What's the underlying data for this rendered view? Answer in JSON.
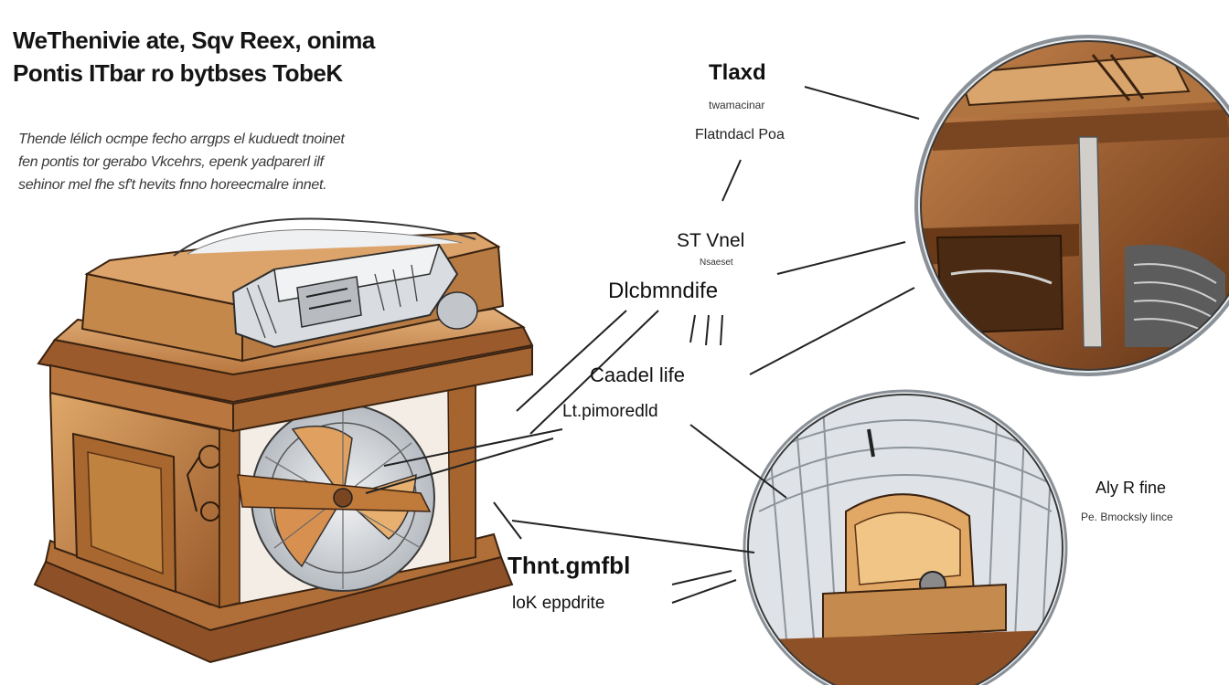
{
  "header": {
    "title_line_1": "WeThenivie  ate, Sqv Reex, onima",
    "title_line_2": "Pontis ITbar ro bytbses TobeK"
  },
  "description": {
    "line_1": "Thende lélich ocmpe fecho arrgps el kuduedt tnoinet",
    "line_2": "fen pontis tor gerabo Vkcehrs, epenk yadparerl ilf",
    "line_3": "sehinor mel fhe sf't hevits fnno horeecmalre innet."
  },
  "callouts": {
    "top_title": "Tlaxd",
    "top_sub": "twamacinar",
    "top_value": "Flatndacl Poa",
    "mid_top": "ST Vnel",
    "mid_sub": "Nsaeset",
    "mid_value": "Dlcbmndife",
    "center_title": "Caadel life",
    "center_sub": "Lt.pimoredld",
    "bottom_title": "Thnt.gmfbl",
    "bottom_sub": "loK eppdrite",
    "right_title": "Aly R fine",
    "right_sub": "Pe. Bmocksly lince"
  },
  "colors": {
    "wood_light": "#d59a5c",
    "wood_mid": "#b9763f",
    "wood_dark": "#7a4621",
    "metal": "#c9ccd0",
    "ink": "#2a2a2a"
  }
}
